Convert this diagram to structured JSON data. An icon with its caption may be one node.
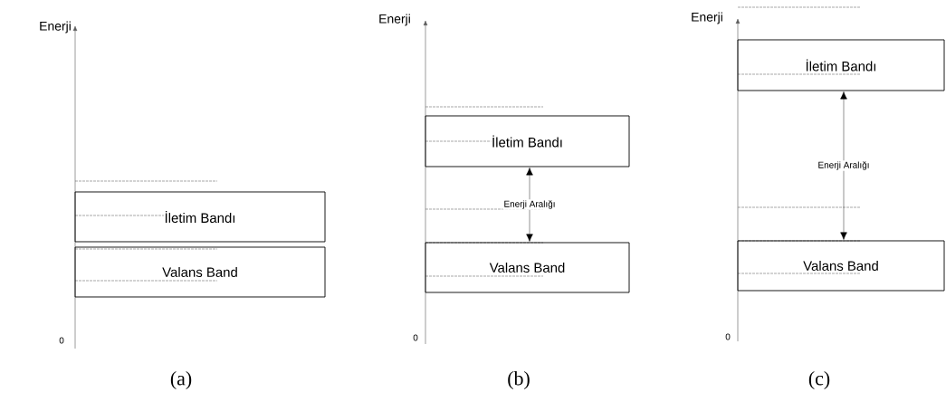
{
  "diagram": {
    "nodes": [
      {
        "text": [
          "İletim Bandı"
        ]
      },
      {
        "text": [
          "Valans Band"
        ]
      },
      {
        "text": [
          "İletim Bandı"
        ]
      },
      {
        "text": [
          "Valans Band"
        ]
      },
      {
        "text": [
          "İletim Bandı"
        ]
      },
      {
        "text": [
          "Valans Band"
        ]
      }
    ],
    "edges": [
      {
        "from": 2,
        "to": 3,
        "arrow": "both",
        "label": "Enerji Aralığı"
      },
      {
        "from": 4,
        "to": 5,
        "arrow": "both",
        "label": "Enerji Aralığı"
      }
    ],
    "labels": [
      "Enerji",
      "Enerji",
      "Enerji",
      "0",
      "0",
      "0",
      "(a)",
      "(b)",
      "(c)"
    ]
  }
}
